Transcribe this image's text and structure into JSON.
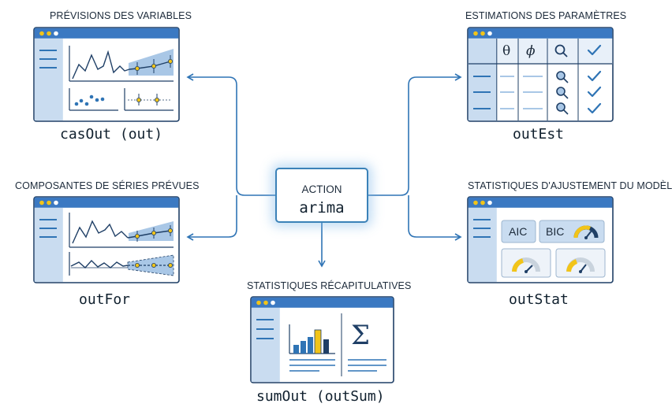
{
  "center": {
    "title": "ACTION",
    "code": "arima"
  },
  "outputs": {
    "forecasts": {
      "heading": "PRÉVISIONS DES VARIABLES",
      "table": "casOut (out)"
    },
    "components": {
      "heading": "COMPOSANTES DE SÉRIES PRÉVUES",
      "table": "outFor"
    },
    "summary": {
      "heading": "STATISTIQUES RÉCAPITULATIVES",
      "table": "sumOut (outSum)",
      "symbol": "Σ"
    },
    "estimates": {
      "heading": "ESTIMATIONS DES PARAMÈTRES",
      "table": "outEst",
      "col1": "θ",
      "col2": "ϕ"
    },
    "fit": {
      "heading": "STATISTIQUES D'AJUSTEMENT DU MODÈLE",
      "table": "outStat",
      "aic": "AIC",
      "bic": "BIC"
    }
  },
  "colors": {
    "window_border": "#1f3f66",
    "titlebar": "#3b79c2",
    "accent": "#2f74b5",
    "yellow": "#f2c418",
    "light_blue": "#c9dcf0"
  }
}
